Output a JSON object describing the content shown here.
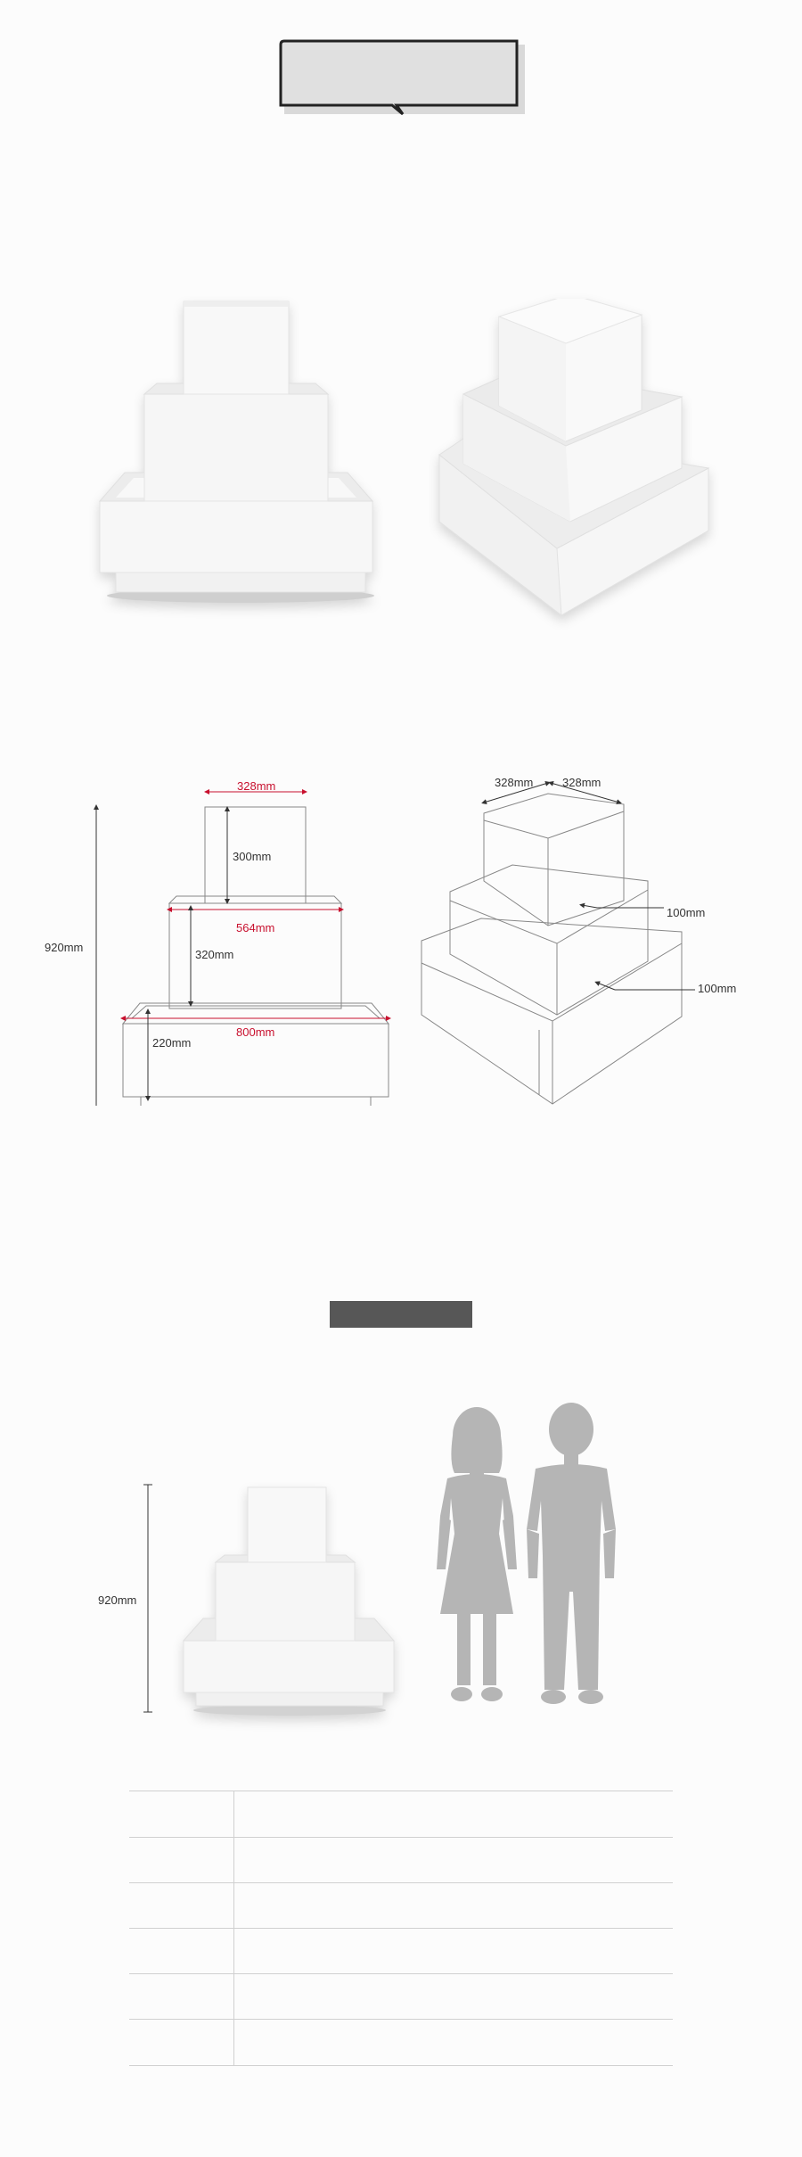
{
  "header": {
    "badge_label": ""
  },
  "dimensions": {
    "total_height": "920mm",
    "top_width": "328mm",
    "top_height": "300mm",
    "middle_width": "564mm",
    "middle_height": "320mm",
    "bottom_width": "800mm",
    "bottom_height": "220mm",
    "iso_width_left": "328mm",
    "iso_width_right": "328mm",
    "ledge_middle": "100mm",
    "ledge_bottom": "100mm"
  },
  "comparison": {
    "banner_label": "",
    "total_height": "920mm"
  },
  "spec_table": {
    "rows": [
      "",
      "",
      "",
      "",
      "",
      ""
    ]
  }
}
